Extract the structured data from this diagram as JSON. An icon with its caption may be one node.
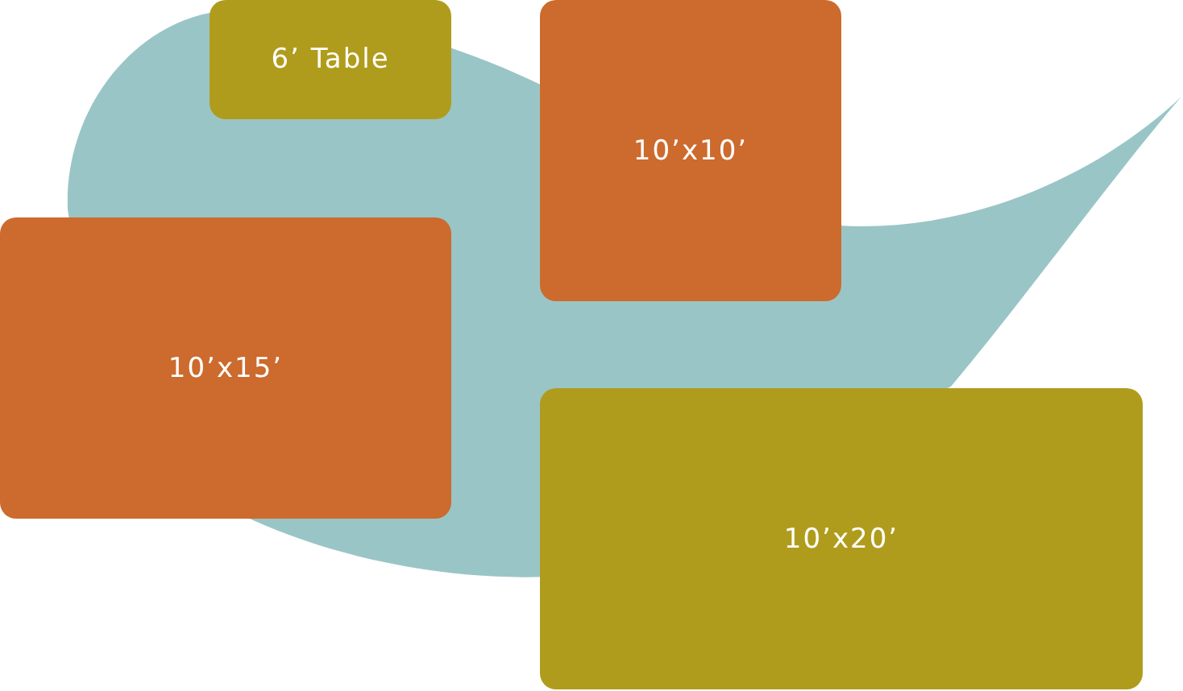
{
  "diagram": {
    "nodes": [
      {
        "text": [
          "6’ Table"
        ]
      },
      {
        "text": [
          "10’x10’"
        ]
      },
      {
        "text": [
          "10’x15’"
        ]
      },
      {
        "text": [
          "10’x20’"
        ]
      }
    ]
  }
}
